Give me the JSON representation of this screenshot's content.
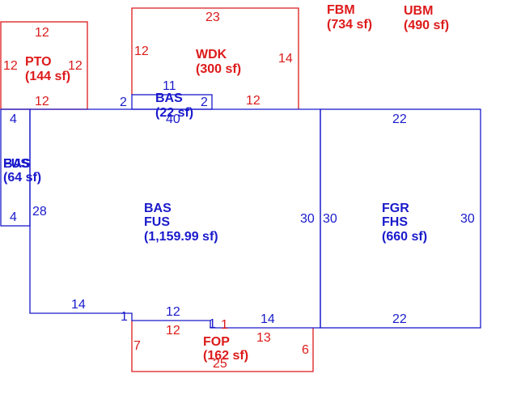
{
  "colors": {
    "blue": "#1a1acc",
    "red": "#dd1a1a",
    "background": "#ffffff"
  },
  "areas": {
    "bas_main": {
      "code1": "BAS",
      "code2": "FUS",
      "area": "(1,159.99 sf)"
    },
    "bas_left": {
      "code": "BAS",
      "code_overlap": "FUS",
      "area": "(64 sf)"
    },
    "bas_small": {
      "code": "BAS",
      "area": "(22 sf)"
    },
    "garage": {
      "code1": "FGR",
      "code2": "FHS",
      "area": "(660 sf)"
    },
    "wdk": {
      "code": "WDK",
      "area": "(300 sf)"
    },
    "pto": {
      "code": "PTO",
      "area": "(144 sf)"
    },
    "fop": {
      "code": "FOP",
      "area": "(162 sf)"
    },
    "fbm": {
      "code": "FBM",
      "area": "(734 sf)"
    },
    "ubm": {
      "code": "UBM",
      "area": "(490 sf)"
    }
  },
  "dimensions": {
    "pto_top": "12",
    "pto_left": "12",
    "pto_right": "12",
    "pto_bottom": "12",
    "wdk_top": "23",
    "wdk_left": "12",
    "wdk_right": "14",
    "wdk_bottom_right": "12",
    "bas_small_top": "11",
    "bas_small_left": "2",
    "bas_small_right": "2",
    "main_top": "40",
    "main_left": "28",
    "main_right": "30",
    "main_bottom_left": "14",
    "main_step1": "1",
    "main_bottom_mid": "12",
    "main_step2": "1",
    "main_bottom_right": "14",
    "bas_left_top": "4",
    "bas_left_bottom": "4",
    "garage_top": "22",
    "garage_left": "30",
    "garage_right": "30",
    "garage_bottom": "22",
    "fop_top_left": "12",
    "fop_step": "1",
    "fop_top_right": "13",
    "fop_left": "7",
    "fop_right": "6",
    "fop_bottom": "25"
  }
}
